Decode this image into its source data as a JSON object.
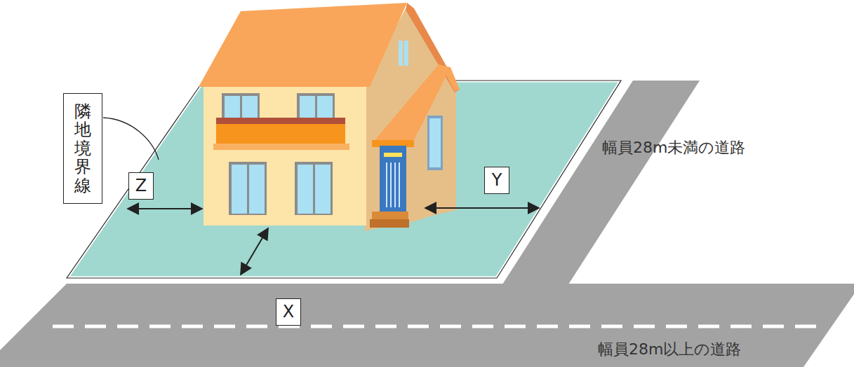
{
  "diagram": {
    "nodes": [
      {
        "text": [
          "隣地境界線"
        ]
      },
      {
        "text": [
          "Z"
        ]
      },
      {
        "text": [
          "Y"
        ]
      },
      {
        "text": [
          "X"
        ]
      }
    ],
    "labels": [
      "幅員28m未満の道路",
      "幅員28m以上の道路"
    ]
  }
}
